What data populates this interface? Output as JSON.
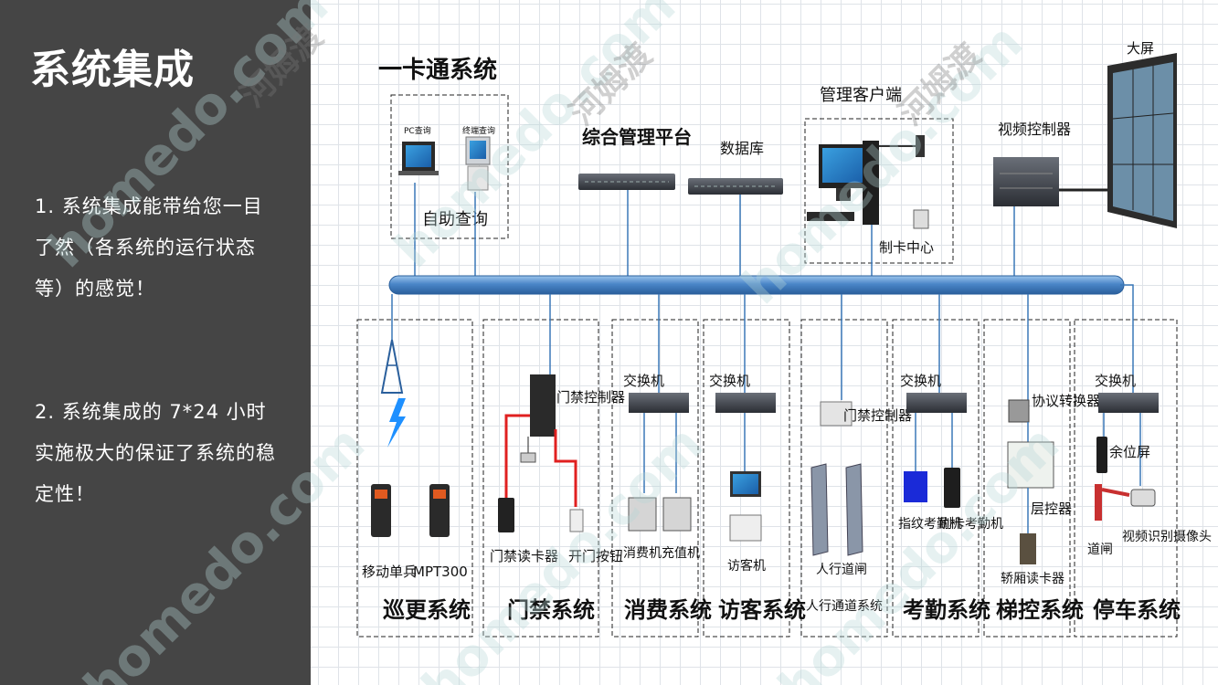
{
  "sidebar": {
    "title": "系统集成",
    "point_1": "1. 系统集成能带给您一目了然（各系统的运行状态等）的感觉！",
    "point_2": "2. 系统集成的 7*24 小时实施极大的保证了系统的稳定性！"
  },
  "diagram": {
    "top": {
      "one_card_title": "一卡通系统",
      "pc_query": "PC查询",
      "terminal_query": "终端查询",
      "self_query": "自助查询",
      "platform": "综合管理平台",
      "database": "数据库",
      "mgmt_client": "管理客户端",
      "card_center": "制卡中心",
      "video_controller": "视频控制器",
      "big_screen": "大屏"
    },
    "systems": {
      "patrol": {
        "title": "巡更系统",
        "mobile_soldier": "移动单兵",
        "mpt300": "MPT300"
      },
      "access": {
        "title": "门禁系统",
        "controller": "门禁控制器",
        "reader": "门禁读卡器",
        "open_button": "开门按钮"
      },
      "consume": {
        "title": "消费系统",
        "switch": "交换机",
        "pos": "消费机",
        "recharge": "充值机"
      },
      "visitor": {
        "title": "访客系统",
        "switch": "交换机",
        "visitor_machine": "访客机"
      },
      "pedestrian": {
        "title": "人行通道系统",
        "controller": "门禁控制器",
        "gate": "人行道闸"
      },
      "attendance": {
        "title": "考勤系统",
        "switch": "交换机",
        "fingerprint": "指纹考勤机",
        "card": "刷卡考勤机"
      },
      "elevator": {
        "title": "梯控系统",
        "protocol": "协议转换器",
        "floor": "层控器",
        "car_reader": "轿厢读卡器"
      },
      "parking": {
        "title": "停车系统",
        "switch": "交换机",
        "remain_screen": "余位屏",
        "barrier": "道闸",
        "camera": "视频识别摄像头"
      }
    }
  },
  "watermark": {
    "text": "homedo.com",
    "brand": "河姆渡"
  },
  "colors": {
    "panel_bg": "#454545",
    "bus": "#4a86c8",
    "line": "#3a78b8",
    "red_wire": "#e02020",
    "watermark": "#b8d8d8"
  }
}
